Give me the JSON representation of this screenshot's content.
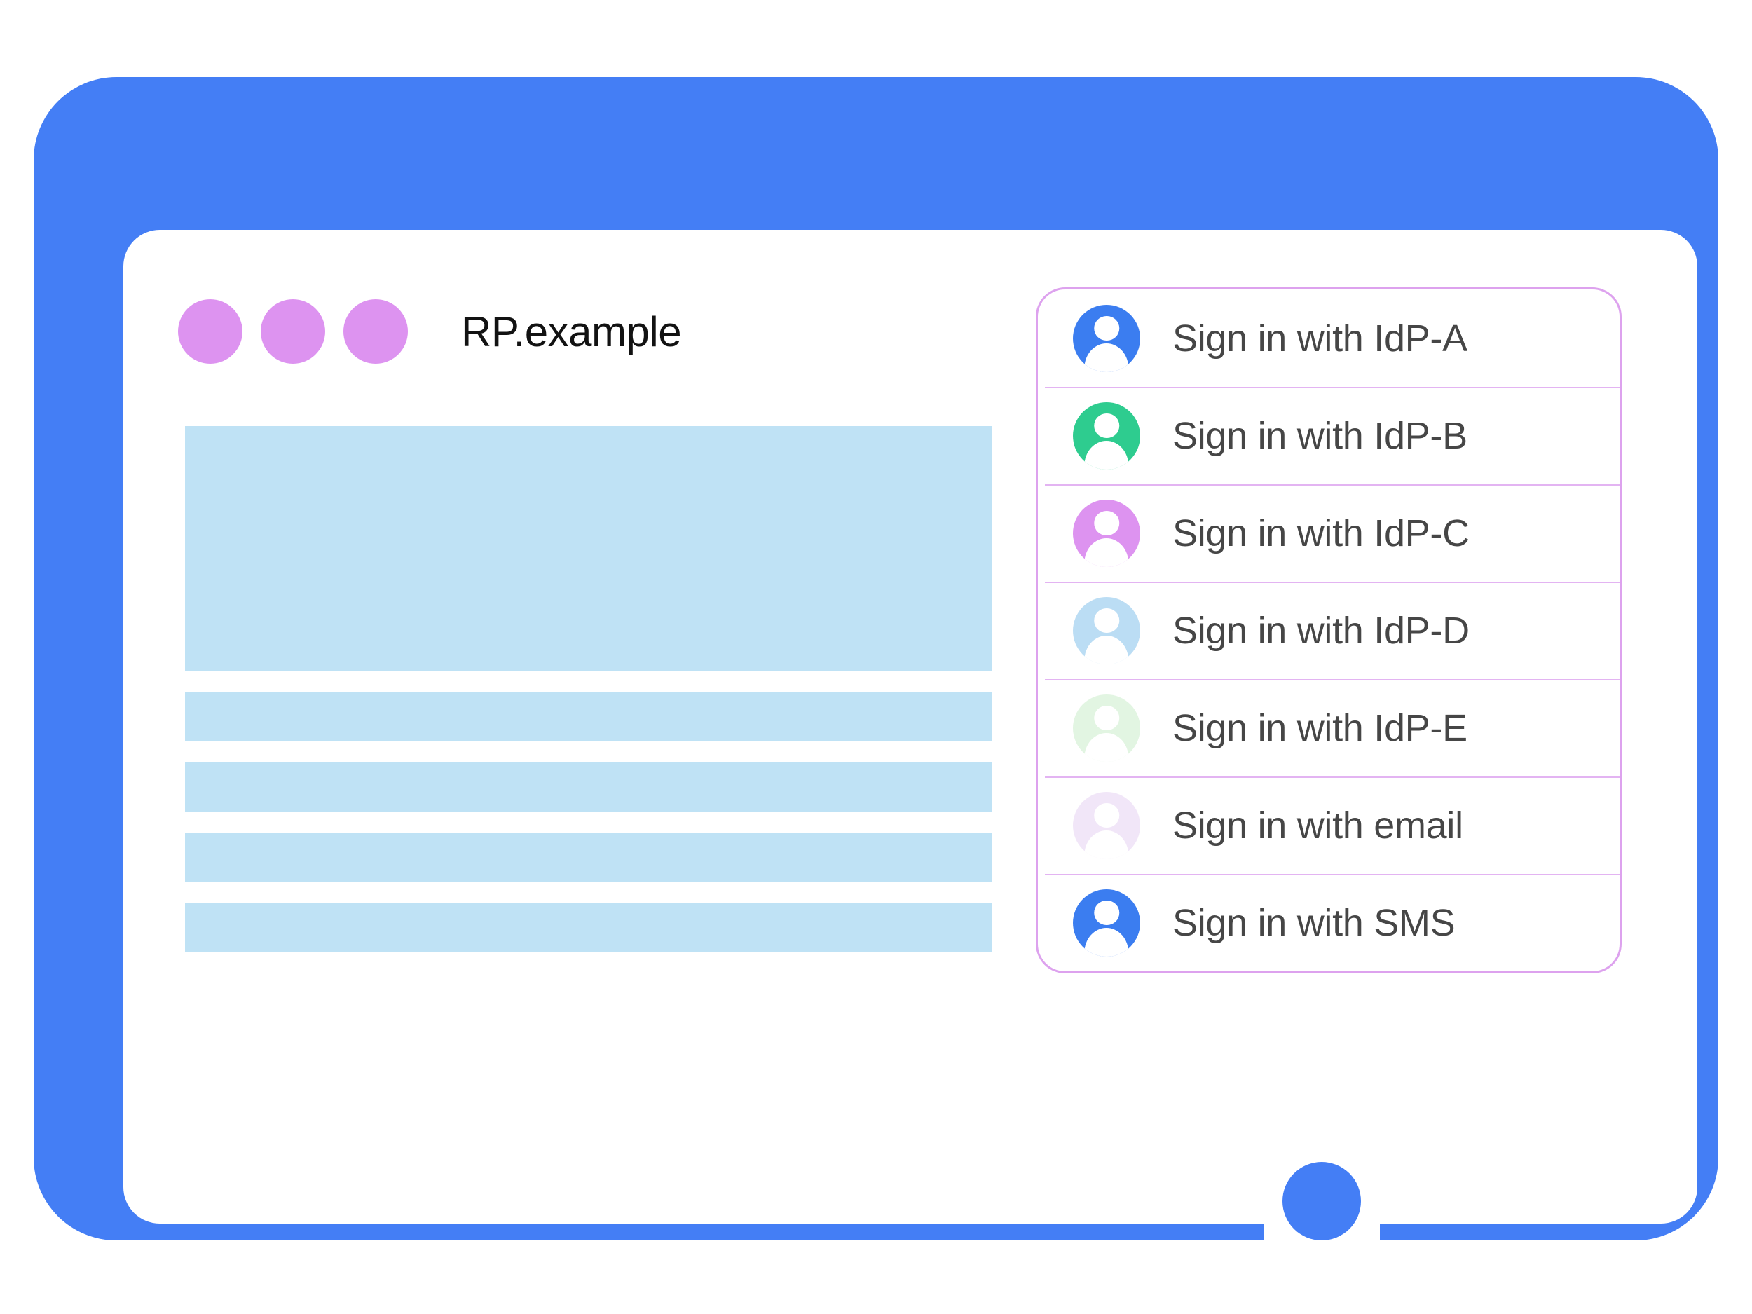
{
  "window": {
    "title": "RP.example",
    "traffic_dots": [
      "dot-1",
      "dot-2",
      "dot-3"
    ],
    "dot_color": "#DD93F0",
    "frame_color": "#447EF5",
    "screen_color": "#FFFFFF"
  },
  "content": {
    "placeholder_color": "#BFE2F5",
    "blocks": [
      {
        "name": "hero-block",
        "kind": "hero"
      },
      {
        "name": "text-bar-1",
        "kind": "bar"
      },
      {
        "name": "text-bar-2",
        "kind": "bar"
      },
      {
        "name": "text-bar-3",
        "kind": "bar"
      },
      {
        "name": "text-bar-4",
        "kind": "bar"
      }
    ]
  },
  "signin_panel": {
    "border_color": "#DDA2EE",
    "divider_color": "#E3B4F2",
    "label_color": "#464646",
    "items": [
      {
        "label": "Sign in with IdP-A",
        "avatar_color": "#3B7DF0",
        "icon": "account-avatar-icon"
      },
      {
        "label": "Sign in with IdP-B",
        "avatar_color": "#2ECC8F",
        "icon": "account-avatar-icon"
      },
      {
        "label": "Sign in with IdP-C",
        "avatar_color": "#DD93F0",
        "icon": "account-avatar-icon"
      },
      {
        "label": "Sign in with IdP-D",
        "avatar_color": "#BBDDF4",
        "icon": "account-avatar-icon"
      },
      {
        "label": "Sign in with IdP-E",
        "avatar_color": "#E2F5E2",
        "icon": "account-avatar-icon"
      },
      {
        "label": "Sign in with email",
        "avatar_color": "#F1E6F8",
        "icon": "account-avatar-icon"
      },
      {
        "label": "Sign in with SMS",
        "avatar_color": "#3B7DF0",
        "icon": "account-avatar-icon"
      }
    ]
  },
  "device": {
    "home_button": "home-button",
    "home_button_color": "#447EF5"
  }
}
